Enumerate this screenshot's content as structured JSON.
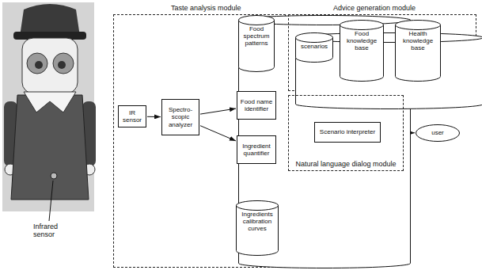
{
  "diagram": {
    "nodes": [
      {
        "text": [
          "Taste analysis module"
        ]
      },
      {
        "text": [
          "IR sensor"
        ],
        "in": 0
      },
      {
        "text": [
          "Spectro- scopic analyzer"
        ],
        "in": 0
      },
      {
        "text": [
          "Food spectrum patterns"
        ],
        "in": 0
      },
      {
        "text": [
          "Food name identifier"
        ],
        "in": 0
      },
      {
        "text": [
          "Ingredient quantifier"
        ],
        "in": 0
      },
      {
        "text": [
          "Ingredients calibration curves"
        ],
        "in": 0
      },
      {
        "text": [
          "Advice generation module"
        ]
      },
      {
        "text": [
          "scenarios"
        ],
        "in": 7
      },
      {
        "text": [
          "Food knowledge base"
        ],
        "in": 7
      },
      {
        "text": [
          "Health knowledge base"
        ],
        "in": 7
      },
      {
        "text": [
          "Natural language dialog module"
        ]
      },
      {
        "text": [
          "Scenario interpreter"
        ],
        "in": 11
      },
      {
        "text": [
          "user"
        ]
      }
    ],
    "edges": [
      {
        "from": 1,
        "to": 2,
        "arrow": "to"
      },
      {
        "from": 2,
        "to": 4,
        "arrow": "to"
      },
      {
        "from": 2,
        "to": 5,
        "arrow": "to"
      },
      {
        "from": 3,
        "to": 4,
        "arrow": "none"
      },
      {
        "from": 6,
        "to": 5,
        "arrow": "none"
      },
      {
        "from": 4,
        "to": 12,
        "arrow": "to"
      },
      {
        "from": 5,
        "to": 12,
        "arrow": "to"
      },
      {
        "from": 8,
        "to": 12,
        "arrow": "none"
      },
      {
        "from": 9,
        "to": 12,
        "arrow": "none"
      },
      {
        "from": 10,
        "to": 12,
        "arrow": "none"
      },
      {
        "from": 12,
        "to": 13,
        "arrow": "to"
      }
    ],
    "labels": [
      "Infrared sensor"
    ]
  }
}
